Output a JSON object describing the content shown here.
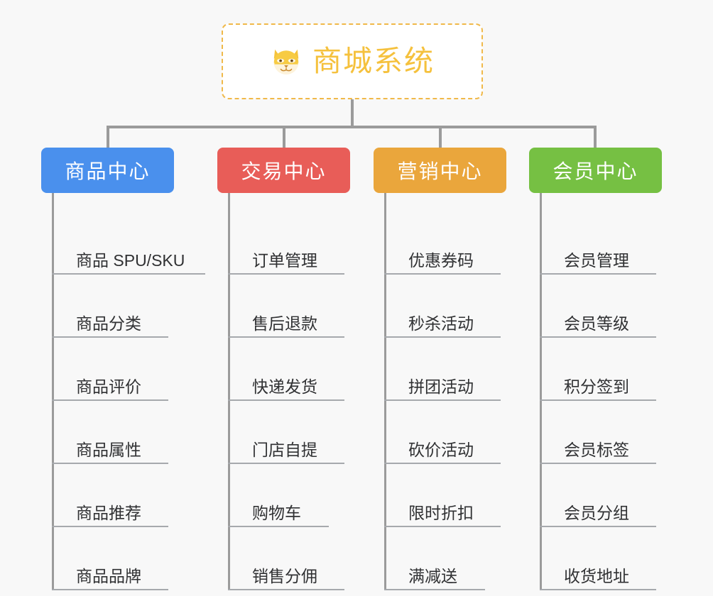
{
  "diagram": {
    "type": "organization-tree",
    "background_color": "#f8f8f8",
    "root": {
      "title": "商城系统",
      "icon": "shiba-dog-face-icon",
      "border_color": "#f0b94a",
      "text_color": "#f5c13d",
      "background_color": "#ffffff"
    },
    "connector_color": "#9b9b9b",
    "leaf_text_color": "#303133",
    "leaf_rule_color": "#a6a9ad",
    "columns": [
      {
        "title": "商品中心",
        "color": "#4a90ed",
        "items": [
          "商品 SPU/SKU",
          "商品分类",
          "商品评价",
          "商品属性",
          "商品推荐",
          "商品品牌"
        ]
      },
      {
        "title": "交易中心",
        "color": "#e85d58",
        "items": [
          "订单管理",
          "售后退款",
          "快递发货",
          "门店自提",
          "购物车",
          "销售分佣"
        ]
      },
      {
        "title": "营销中心",
        "color": "#eaa63c",
        "items": [
          "优惠券码",
          "秒杀活动",
          "拼团活动",
          "砍价活动",
          "限时折扣",
          "满减送"
        ]
      },
      {
        "title": "会员中心",
        "color": "#76c košík"
      }
    ]
  }
}
